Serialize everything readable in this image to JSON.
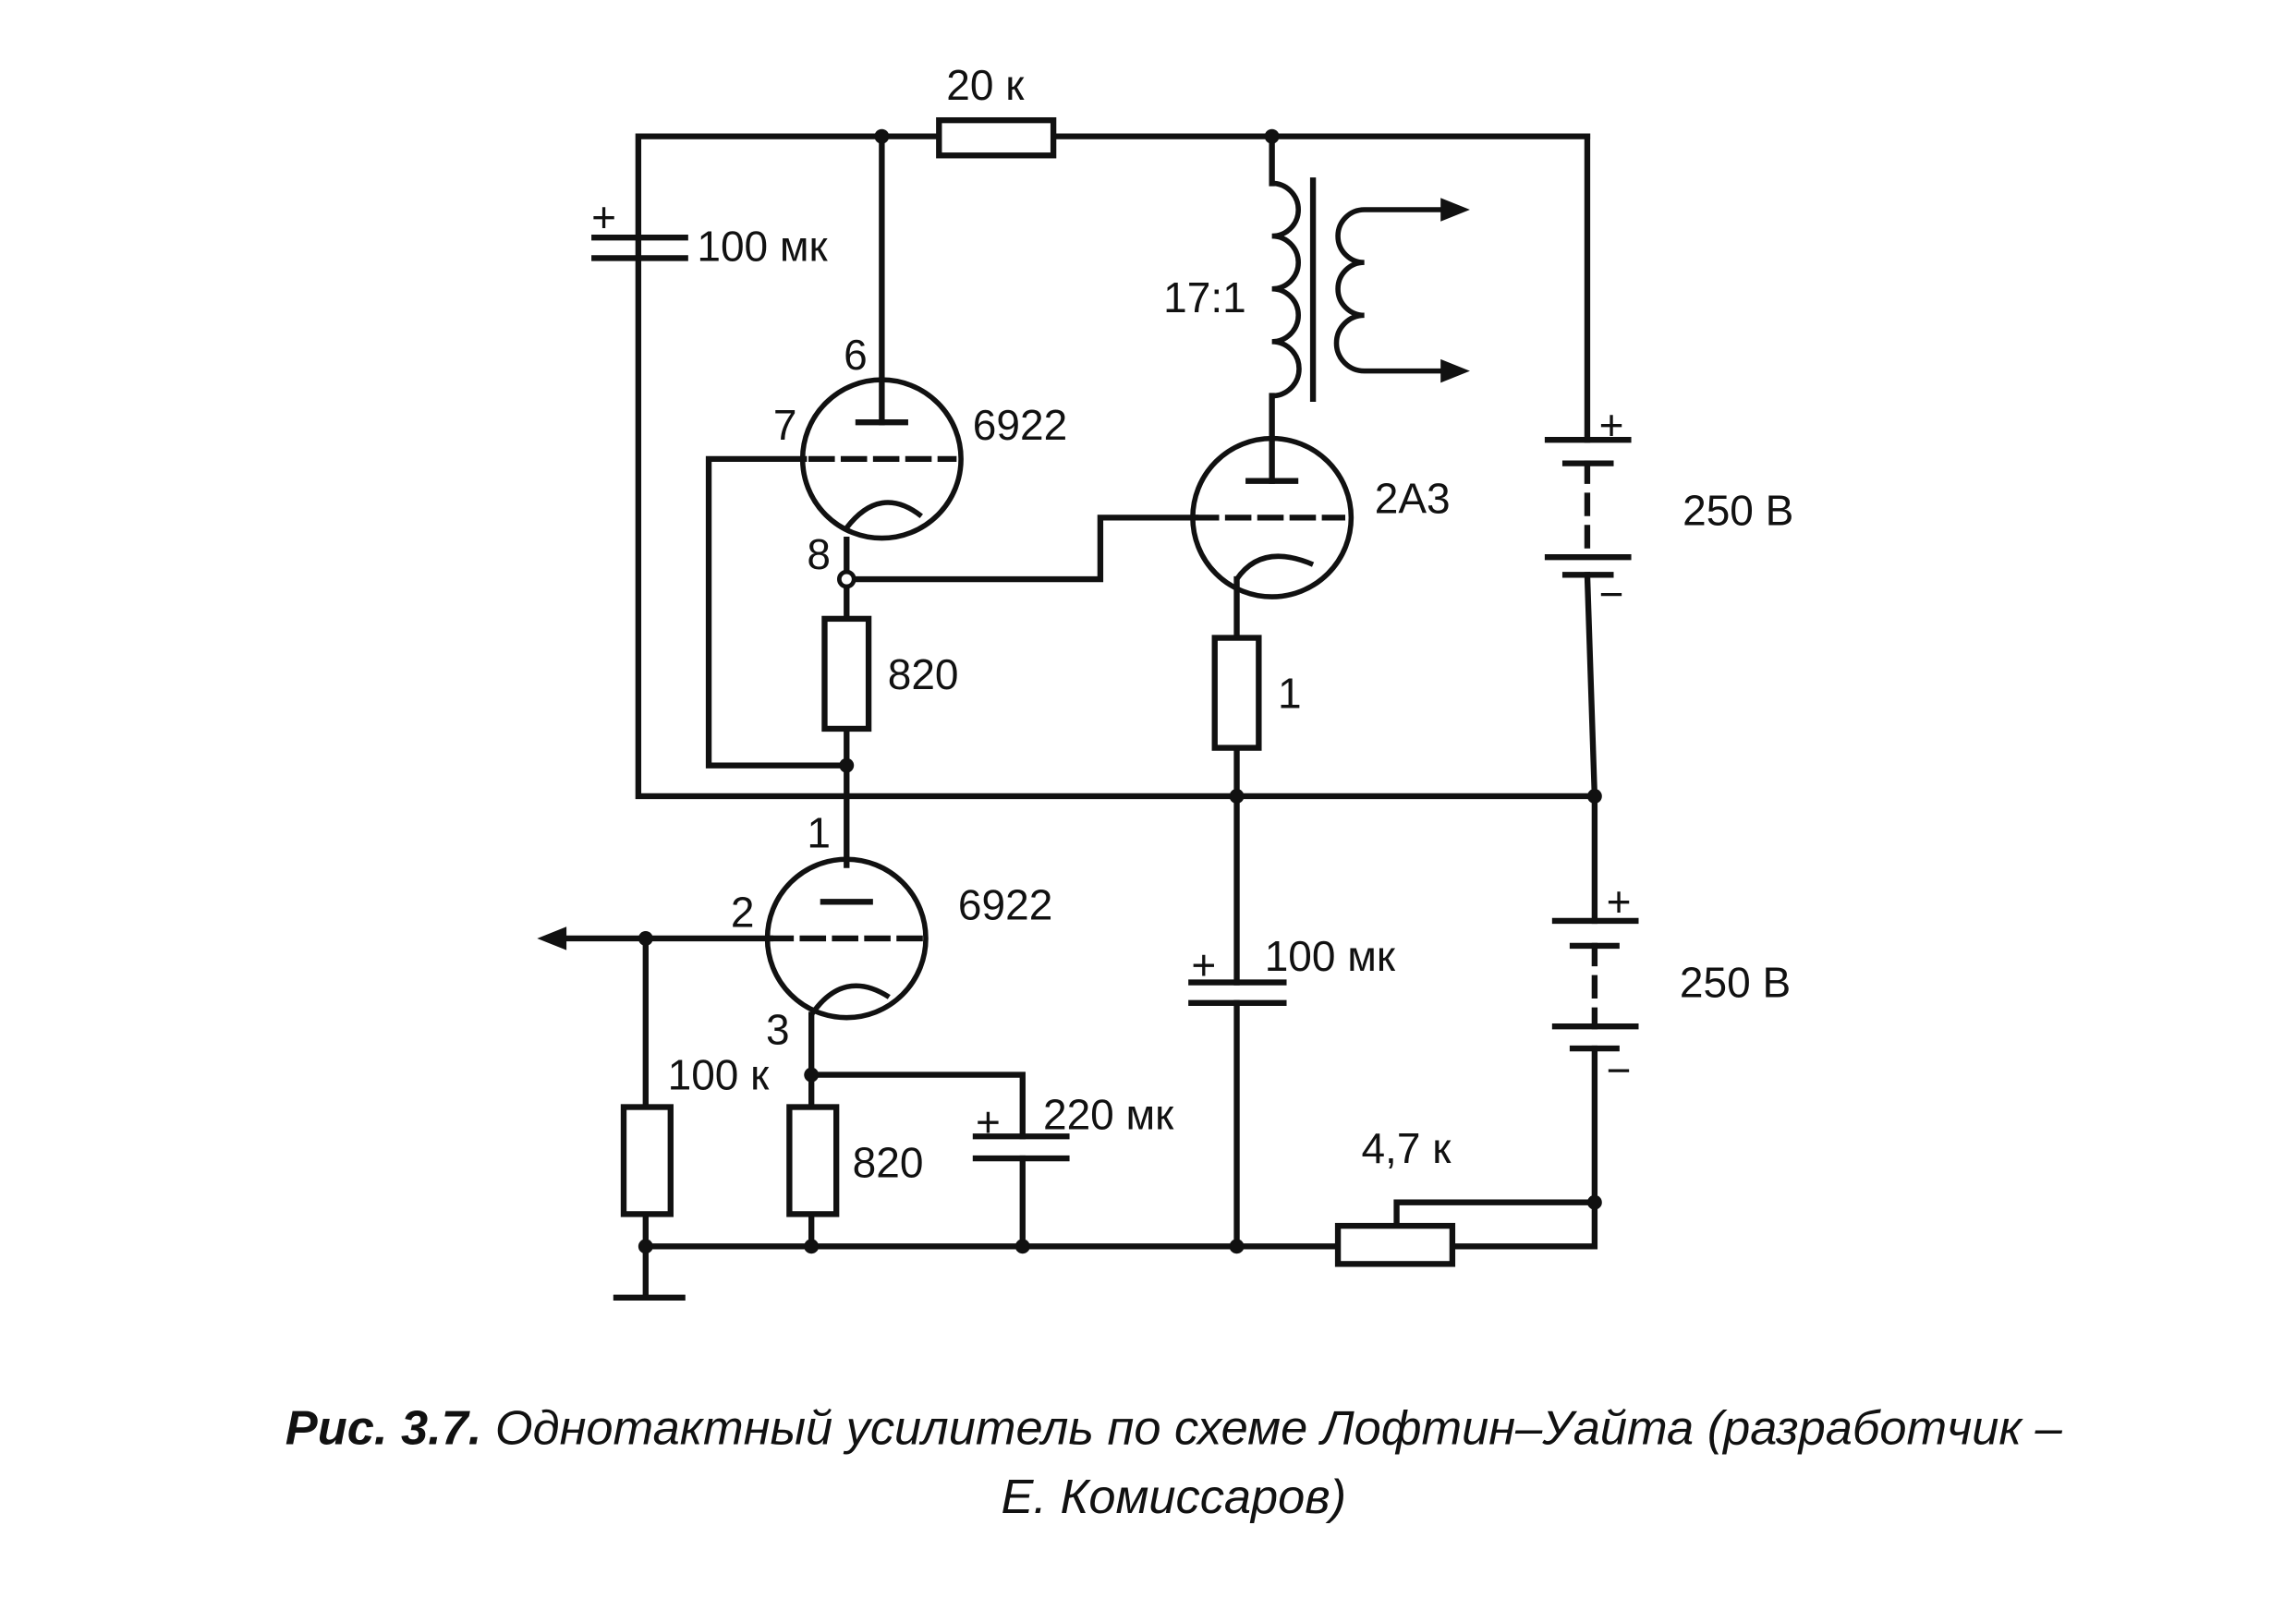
{
  "labels": {
    "r_top": "20 к",
    "c_top": "100 мк",
    "tube1_pin_anode": "6",
    "tube1_pin_grid": "7",
    "tube1_pin_cathode": "8",
    "tube1_type": "6922",
    "r_cathode1": "820",
    "transformer_ratio": "17:1",
    "tube2_type": "2А3",
    "r_cathode2": "1",
    "battery1": "250 В",
    "battery2": "250 В",
    "tube3_pin_anode": "1",
    "tube3_pin_grid": "2",
    "tube3_pin_cathode": "3",
    "tube3_type": "6922",
    "r_grid": "100 к",
    "r_cathode3": "820",
    "c_cathode3": "220 мк",
    "c_mid": "100 мк",
    "pot": "4,7 к",
    "plus": "+",
    "minus": "−"
  },
  "caption": {
    "prefix": "Рис. 3.7.",
    "line1": " Однотактный усилитель по схеме Лофтин–Уайта (разработчик –",
    "line2": "Е. Комиссаров)"
  }
}
